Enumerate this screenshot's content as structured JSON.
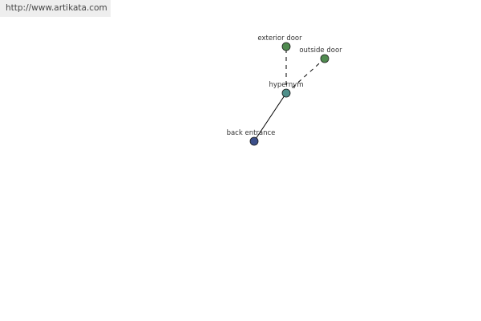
{
  "banner": {
    "url": "http://www.artikata.com"
  },
  "diagram": {
    "nodes": [
      {
        "id": "hypernym",
        "label": "hypernym",
        "color": "#4f8f8a"
      },
      {
        "id": "exterior-door",
        "label": "exterior door",
        "color": "#4f8a4f"
      },
      {
        "id": "outside-door",
        "label": "outside door",
        "color": "#4f8a4f"
      },
      {
        "id": "back-entrance",
        "label": "back entrance",
        "color": "#3c4f8a"
      }
    ],
    "edges": [
      {
        "from": "hypernym",
        "to": "exterior-door",
        "style": "dashed"
      },
      {
        "from": "hypernym",
        "to": "outside-door",
        "style": "dashed"
      },
      {
        "from": "hypernym",
        "to": "back-entrance",
        "style": "solid"
      }
    ]
  }
}
